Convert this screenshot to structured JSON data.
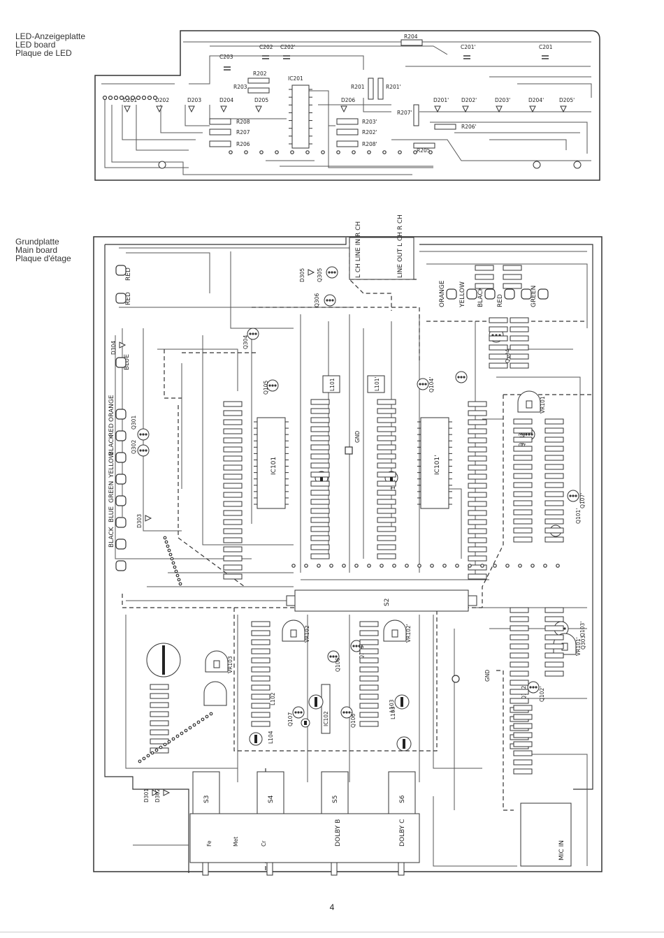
{
  "captions": {
    "led_board": [
      "LED-Anzeigeplatte",
      "LED board",
      "Plaque de LED"
    ],
    "main_board": [
      "Grundplatte",
      "Main board",
      "Plaque d'étage"
    ]
  },
  "led_board": {
    "components": [
      "R204",
      "C202",
      "C202'",
      "C201'",
      "C201",
      "C203",
      "R202",
      "IC201",
      "R203",
      "R201",
      "R201'",
      "D201",
      "D202",
      "D203",
      "D204",
      "D205",
      "D206",
      "D201'",
      "D202'",
      "D203'",
      "D204'",
      "D205'",
      "R208",
      "R207",
      "R206",
      "R203'",
      "R202'",
      "R208'",
      "R207'",
      "R206'",
      "R205"
    ]
  },
  "main_board": {
    "connectors": [
      "L CH LINE IN R CH",
      "LINE OUT L CH R CH",
      "MIC IN"
    ],
    "wire_colors": [
      "RED",
      "RED",
      "BLUE",
      "BLACK",
      "BLUE",
      "GREEN",
      "YELLOW",
      "BLACK",
      "RED",
      "ORANGE"
    ],
    "led_colors": [
      "ORANGE",
      "YELLOW",
      "BLACK",
      "RED",
      "GREEN"
    ],
    "switches": [
      "S2",
      "S3",
      "S4",
      "S5",
      "S6"
    ],
    "switch_labels": [
      "Fe",
      "Met",
      "Cr",
      "DOLBY B",
      "DOLBY C"
    ],
    "ics": [
      "IC101",
      "IC101'",
      "IC102"
    ],
    "transistors": [
      "Q101",
      "Q102",
      "Q103",
      "Q104",
      "Q105",
      "Q106",
      "Q107",
      "Q301",
      "Q302",
      "Q303",
      "Q304",
      "Q305",
      "Q306",
      "Q101'",
      "Q102'",
      "Q103'",
      "Q104'",
      "Q105'",
      "Q106'",
      "Q107'"
    ],
    "trimmers": [
      "VR101",
      "VR101'",
      "VR102",
      "VR102'",
      "VR103"
    ],
    "coils": [
      "L101",
      "L101'",
      "L102",
      "L102'",
      "L103",
      "L103'",
      "L104"
    ],
    "diodes": [
      "D301",
      "D302",
      "D303",
      "D304",
      "D305"
    ],
    "misc": [
      "GND",
      "GND",
      "GND"
    ]
  },
  "page_number": "4"
}
